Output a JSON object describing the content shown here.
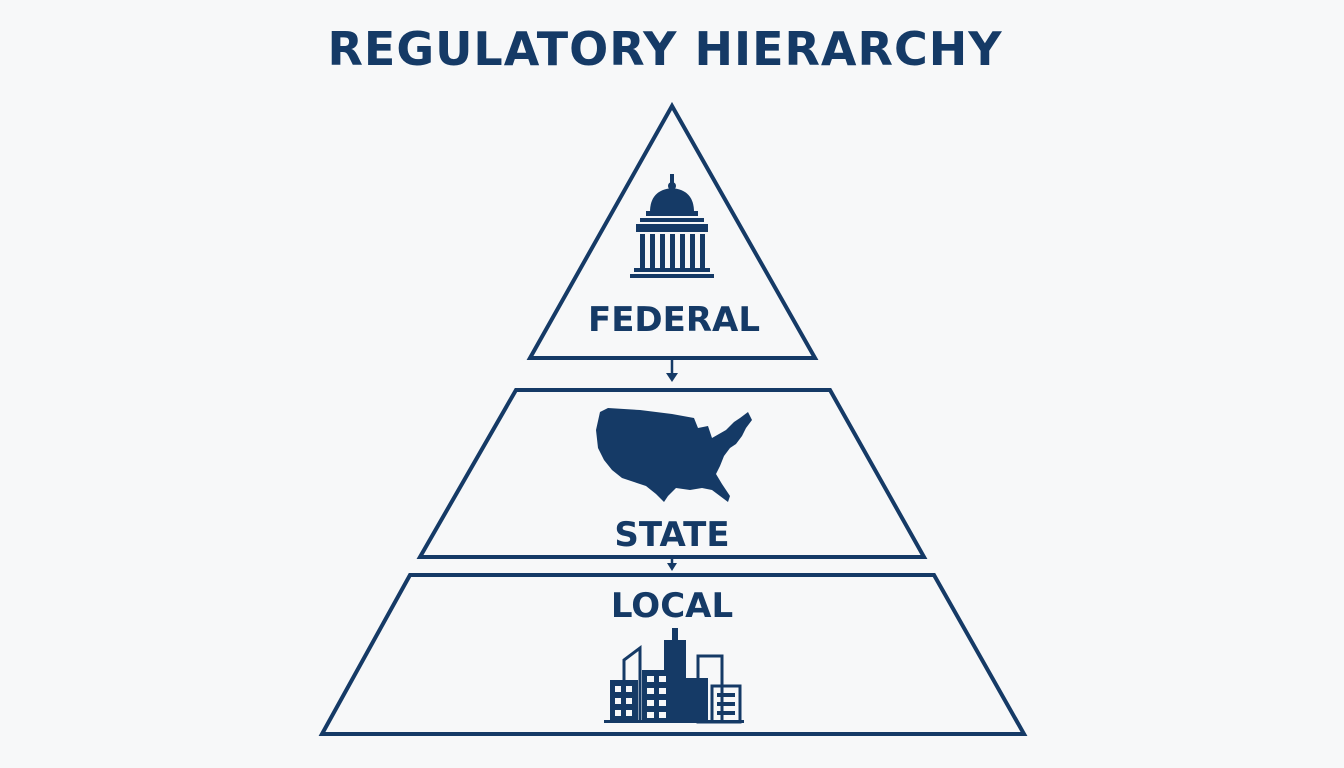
{
  "title": "REGULATORY HIERARCHY",
  "colors": {
    "primary": "#153a66",
    "background": "#f7f8f9"
  },
  "tiers": [
    {
      "label": "FEDERAL",
      "icon": "capitol-building-icon"
    },
    {
      "label": "STATE",
      "icon": "usa-map-icon"
    },
    {
      "label": "LOCAL",
      "icon": "city-buildings-icon"
    }
  ]
}
